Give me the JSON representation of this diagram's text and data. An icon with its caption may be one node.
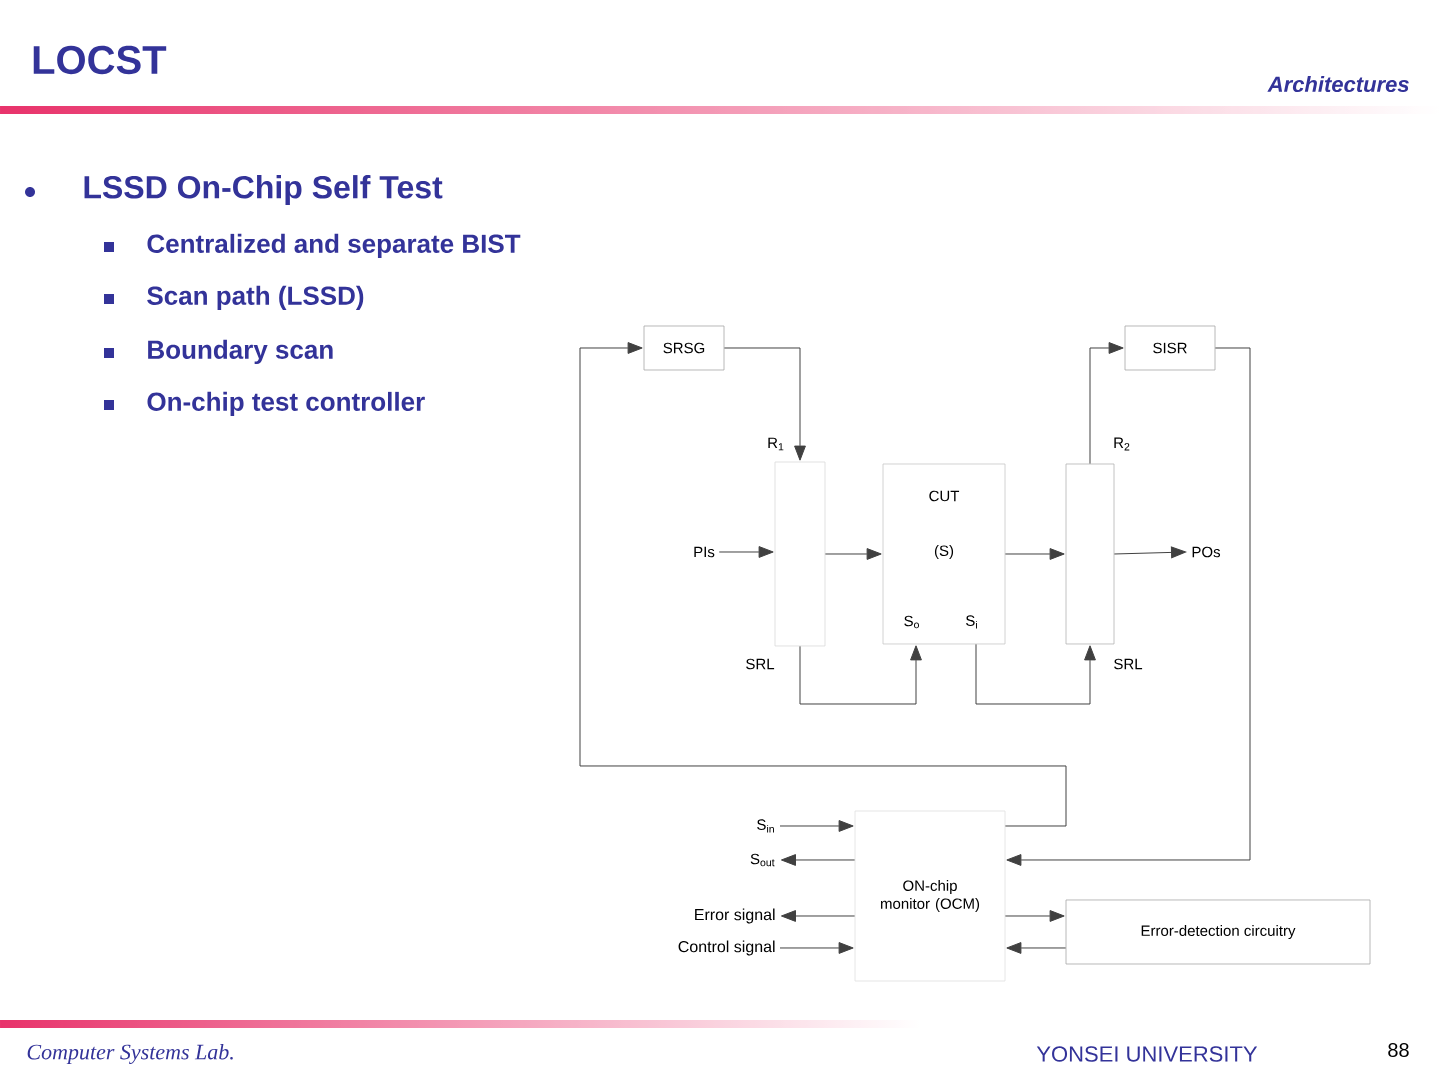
{
  "diagram": {
    "title": "LOCST",
    "nodes": [
      {
        "text": [
          "SRSG"
        ]
      },
      {
        "text": [
          "SISR"
        ]
      },
      {
        "text": [],
        "shape": "box",
        "beside": [
          "R$_{1}$",
          "SRL"
        ]
      },
      {
        "text": [
          "CUT",
          "(S)",
          "S$_{o}$",
          "S$_{i}$"
        ]
      },
      {
        "text": [],
        "shape": "box",
        "beside": [
          "R$_{2}$",
          "SRL"
        ]
      },
      {
        "text": [
          "PIs"
        ]
      },
      {
        "text": [
          "POs"
        ]
      },
      {
        "text": [
          "ON-chip monitor (OCM)"
        ]
      },
      {
        "text": [
          "Error-detection circuitry"
        ]
      },
      {
        "text": [
          "S$_{in}$"
        ]
      },
      {
        "text": [
          "S$_{out}$"
        ]
      },
      {
        "text": [
          "Error signal"
        ]
      },
      {
        "text": [
          "Control signal"
        ]
      }
    ],
    "edges": [
      {
        "from": 5,
        "to": 2,
        "arrow": "to"
      },
      {
        "from": 2,
        "to": 3,
        "arrow": "to"
      },
      {
        "from": 3,
        "to": 4,
        "arrow": "to"
      },
      {
        "from": 4,
        "to": 6,
        "arrow": "to"
      },
      {
        "from": 0,
        "to": 2,
        "arrow": "to"
      },
      {
        "from": 4,
        "to": 1,
        "arrow": "to"
      },
      {
        "from": 2,
        "to": 3,
        "arrow": "to"
      },
      {
        "from": 3,
        "to": 4,
        "arrow": "to"
      },
      {
        "from": 7,
        "to": 0,
        "arrow": "to"
      },
      {
        "from": 1,
        "to": 7,
        "arrow": "to"
      },
      {
        "from": 9,
        "to": 7,
        "arrow": "to"
      },
      {
        "from": 7,
        "to": 10,
        "arrow": "to"
      },
      {
        "from": 7,
        "to": 11,
        "arrow": "to"
      },
      {
        "from": 12,
        "to": 7,
        "arrow": "to"
      },
      {
        "from": 7,
        "to": 8,
        "arrow": "to"
      },
      {
        "from": 8,
        "to": 7,
        "arrow": "to"
      }
    ],
    "labels": [
      "Architectures",
      "LSSD On-Chip Self Test",
      "Centralized and separate BIST",
      "Scan path (LSSD)",
      "Boundary scan",
      "On-chip test controller",
      "Computer Systems Lab.",
      "YONSEI UNIVERSITY",
      "88"
    ]
  }
}
